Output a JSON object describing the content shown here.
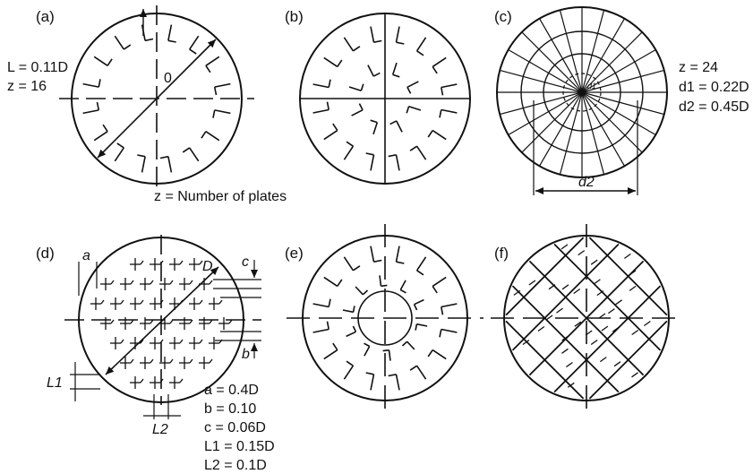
{
  "panels": {
    "a": {
      "label": "(a)",
      "L_eq": "L = 0.11D",
      "z_eq": "z = 16",
      "center_mark": "0",
      "caption": "z = Number of plates"
    },
    "b": {
      "label": "(b)"
    },
    "c": {
      "label": "(c)",
      "z_eq": "z = 24",
      "d1_eq": "d1 = 0.22D",
      "d2_eq": "d2 = 0.45D",
      "d1_mark": "d1",
      "d2_dim": "d2"
    },
    "d": {
      "label": "(d)",
      "a_mark": "a",
      "b_mark": "b",
      "c_mark": "c",
      "D_mark": "D",
      "L1_mark": "L1",
      "L2_mark": "L2",
      "a_eq": "a = 0.4D",
      "b_eq": "b = 0.10",
      "c_eq": "c = 0.06D",
      "L1_eq": "L1 = 0.15D",
      "L2_eq": "L2 = 0.1D"
    },
    "e": {
      "label": "(e)"
    },
    "f": {
      "label": "(f)"
    }
  }
}
